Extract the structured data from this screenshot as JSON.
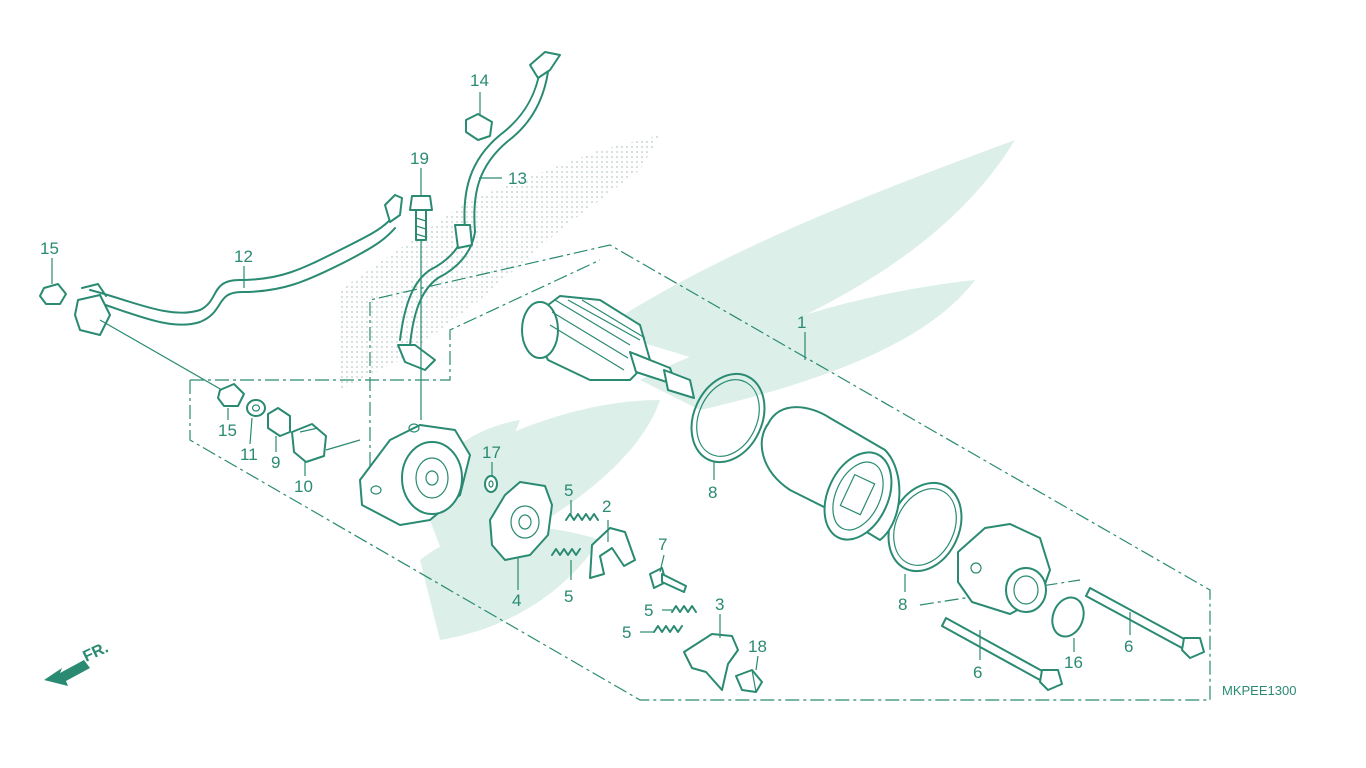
{
  "diagram": {
    "code": "MKPEE1300",
    "direction_label": "FR.",
    "colors": {
      "line": "#2a8a72",
      "watermark": "#dcefe9",
      "background": "#ffffff"
    },
    "callouts": {
      "c1": "1",
      "c2": "2",
      "c3": "3",
      "c4": "4",
      "c5a": "5",
      "c5b": "5",
      "c5c": "5",
      "c5d": "5",
      "c6a": "6",
      "c6b": "6",
      "c7": "7",
      "c8a": "8",
      "c8b": "8",
      "c9": "9",
      "c10": "10",
      "c11": "11",
      "c12": "12",
      "c13": "13",
      "c14": "14",
      "c15a": "15",
      "c15b": "15",
      "c16": "16",
      "c17": "17",
      "c18": "18",
      "c19": "19"
    }
  }
}
